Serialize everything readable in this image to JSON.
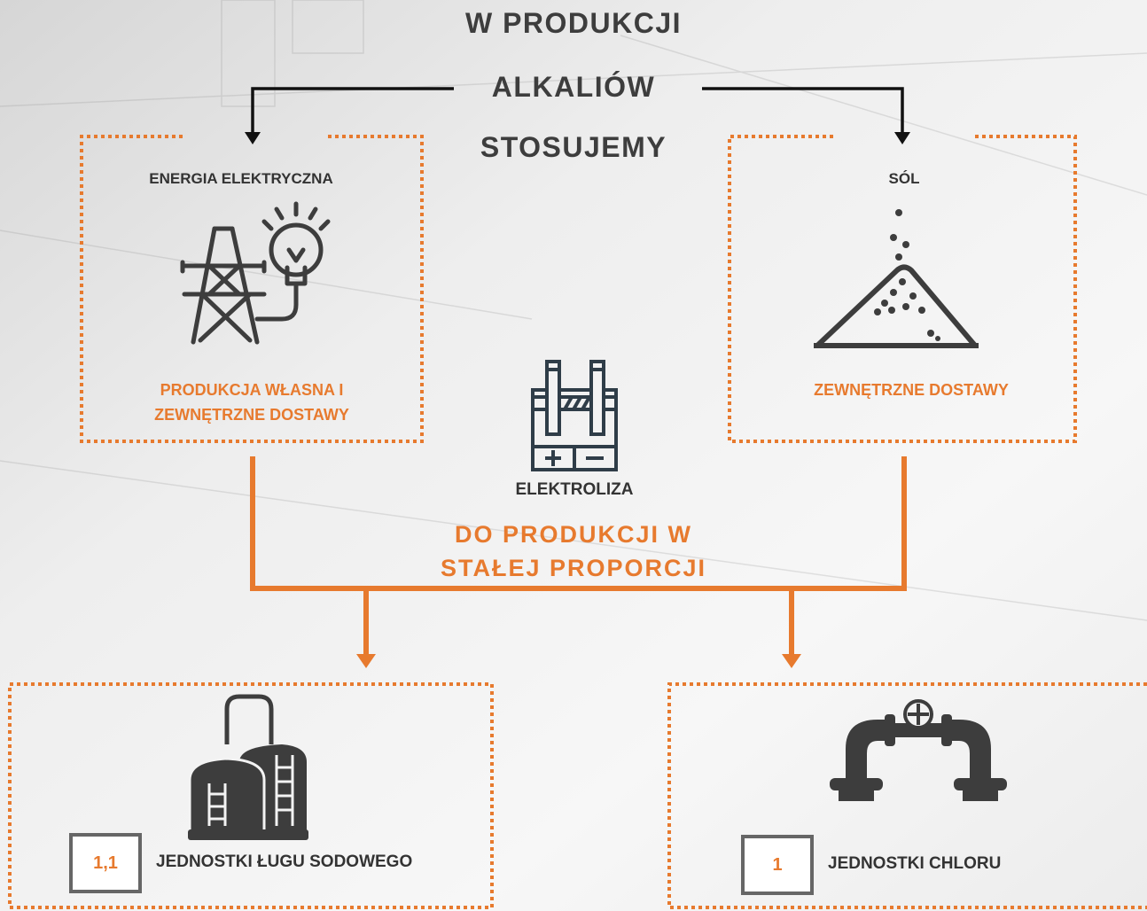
{
  "title": {
    "lines": [
      "W PRODUKCJI",
      "ALKALIÓW",
      "STOSUJEMY"
    ]
  },
  "inputs": {
    "left": {
      "label": "ENERGIA ELEKTRYCZNA",
      "source": [
        "PRODUKCJA WŁASNA I",
        "ZEWNĘTRZNE DOSTAWY"
      ]
    },
    "right": {
      "label": "SÓL",
      "source": "ZEWNĘTRZNE DOSTAWY"
    }
  },
  "process": {
    "label": "ELEKTROLIZA",
    "proportion": [
      "DO PRODUKCJI  W",
      "STAŁEJ PROPORCJI"
    ]
  },
  "outputs": {
    "left": {
      "ratio": "1,1",
      "label": "JEDNOSTKI ŁUGU SODOWEGO"
    },
    "right": {
      "ratio": "1",
      "label": "JEDNOSTKI CHLORU"
    }
  },
  "colors": {
    "accent": "#e77a2e",
    "icon": "#3d3d3d",
    "text": "#333333",
    "connector": "#111111"
  },
  "icons": [
    "power-tower-bulb-icon",
    "salt-pile-icon",
    "electrolysis-cell-icon",
    "storage-tanks-icon",
    "pipe-valve-icon"
  ]
}
